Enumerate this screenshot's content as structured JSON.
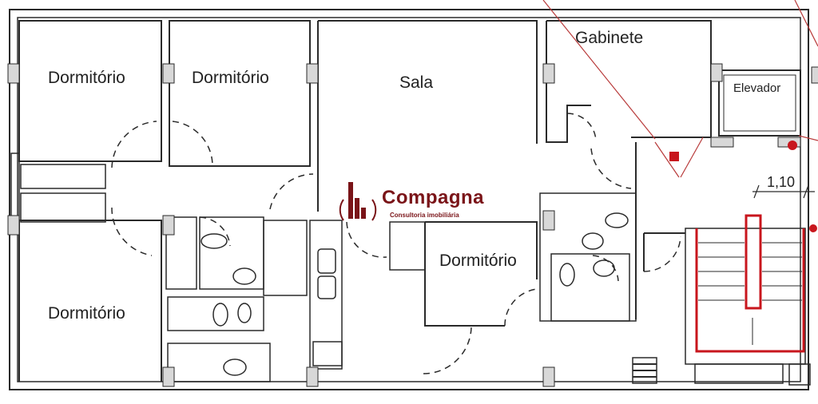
{
  "rooms": {
    "dorm_top_left": "Dormitório",
    "dorm_top_mid": "Dormitório",
    "sala": "Sala",
    "gabinete": "Gabinete",
    "elevador": "Elevador",
    "dorm_center": "Dormitório",
    "dorm_bottom_left": "Dormitório"
  },
  "dimension": "1,10",
  "logo": {
    "name": "Compagna",
    "tagline": "Consultoria imobiliária"
  },
  "colors": {
    "wall": "#2a2a2a",
    "stair": "#c8161d",
    "brand": "#7a1418",
    "annotation": "#b83a3a"
  }
}
